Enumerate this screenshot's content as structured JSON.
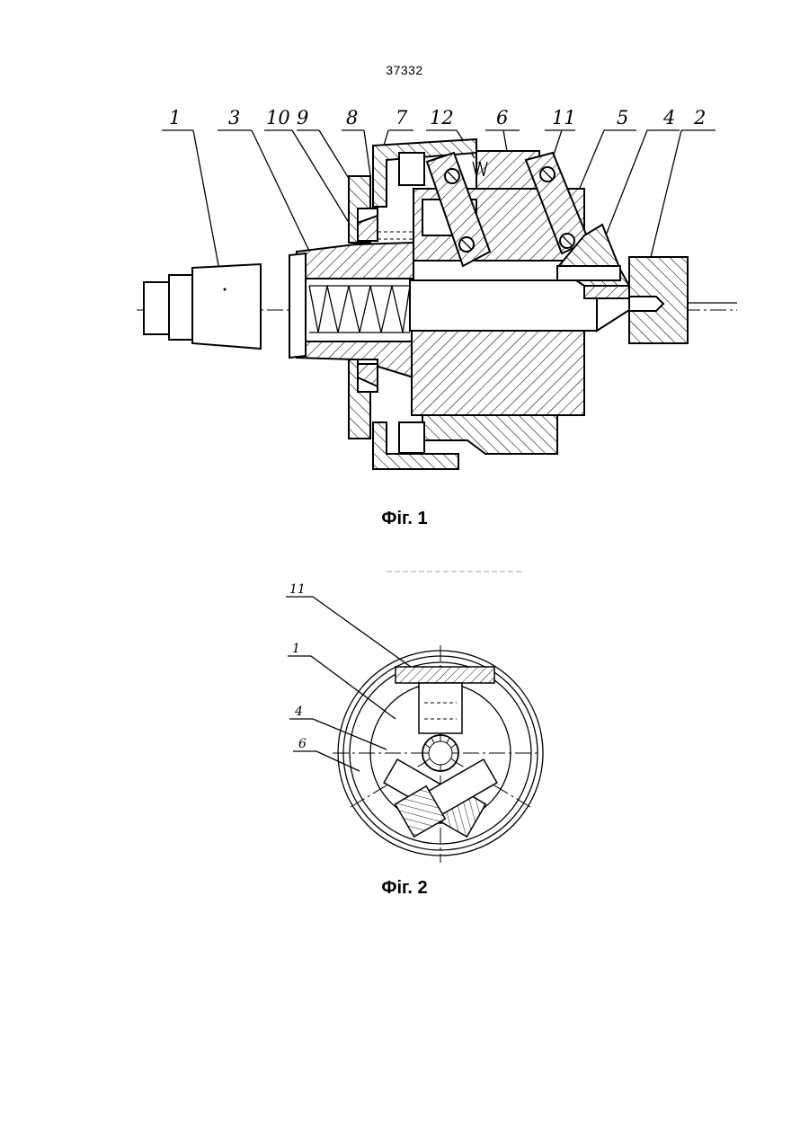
{
  "page": {
    "number": "37332"
  },
  "figure1": {
    "caption": "Фіг. 1",
    "labels": [
      "1",
      "3",
      "10",
      "9",
      "8",
      "7",
      "12",
      "6",
      "11",
      "5",
      "4",
      "2"
    ]
  },
  "figure2": {
    "caption": "Фіг. 2",
    "labels": [
      "11",
      "1",
      "4",
      "6"
    ]
  }
}
